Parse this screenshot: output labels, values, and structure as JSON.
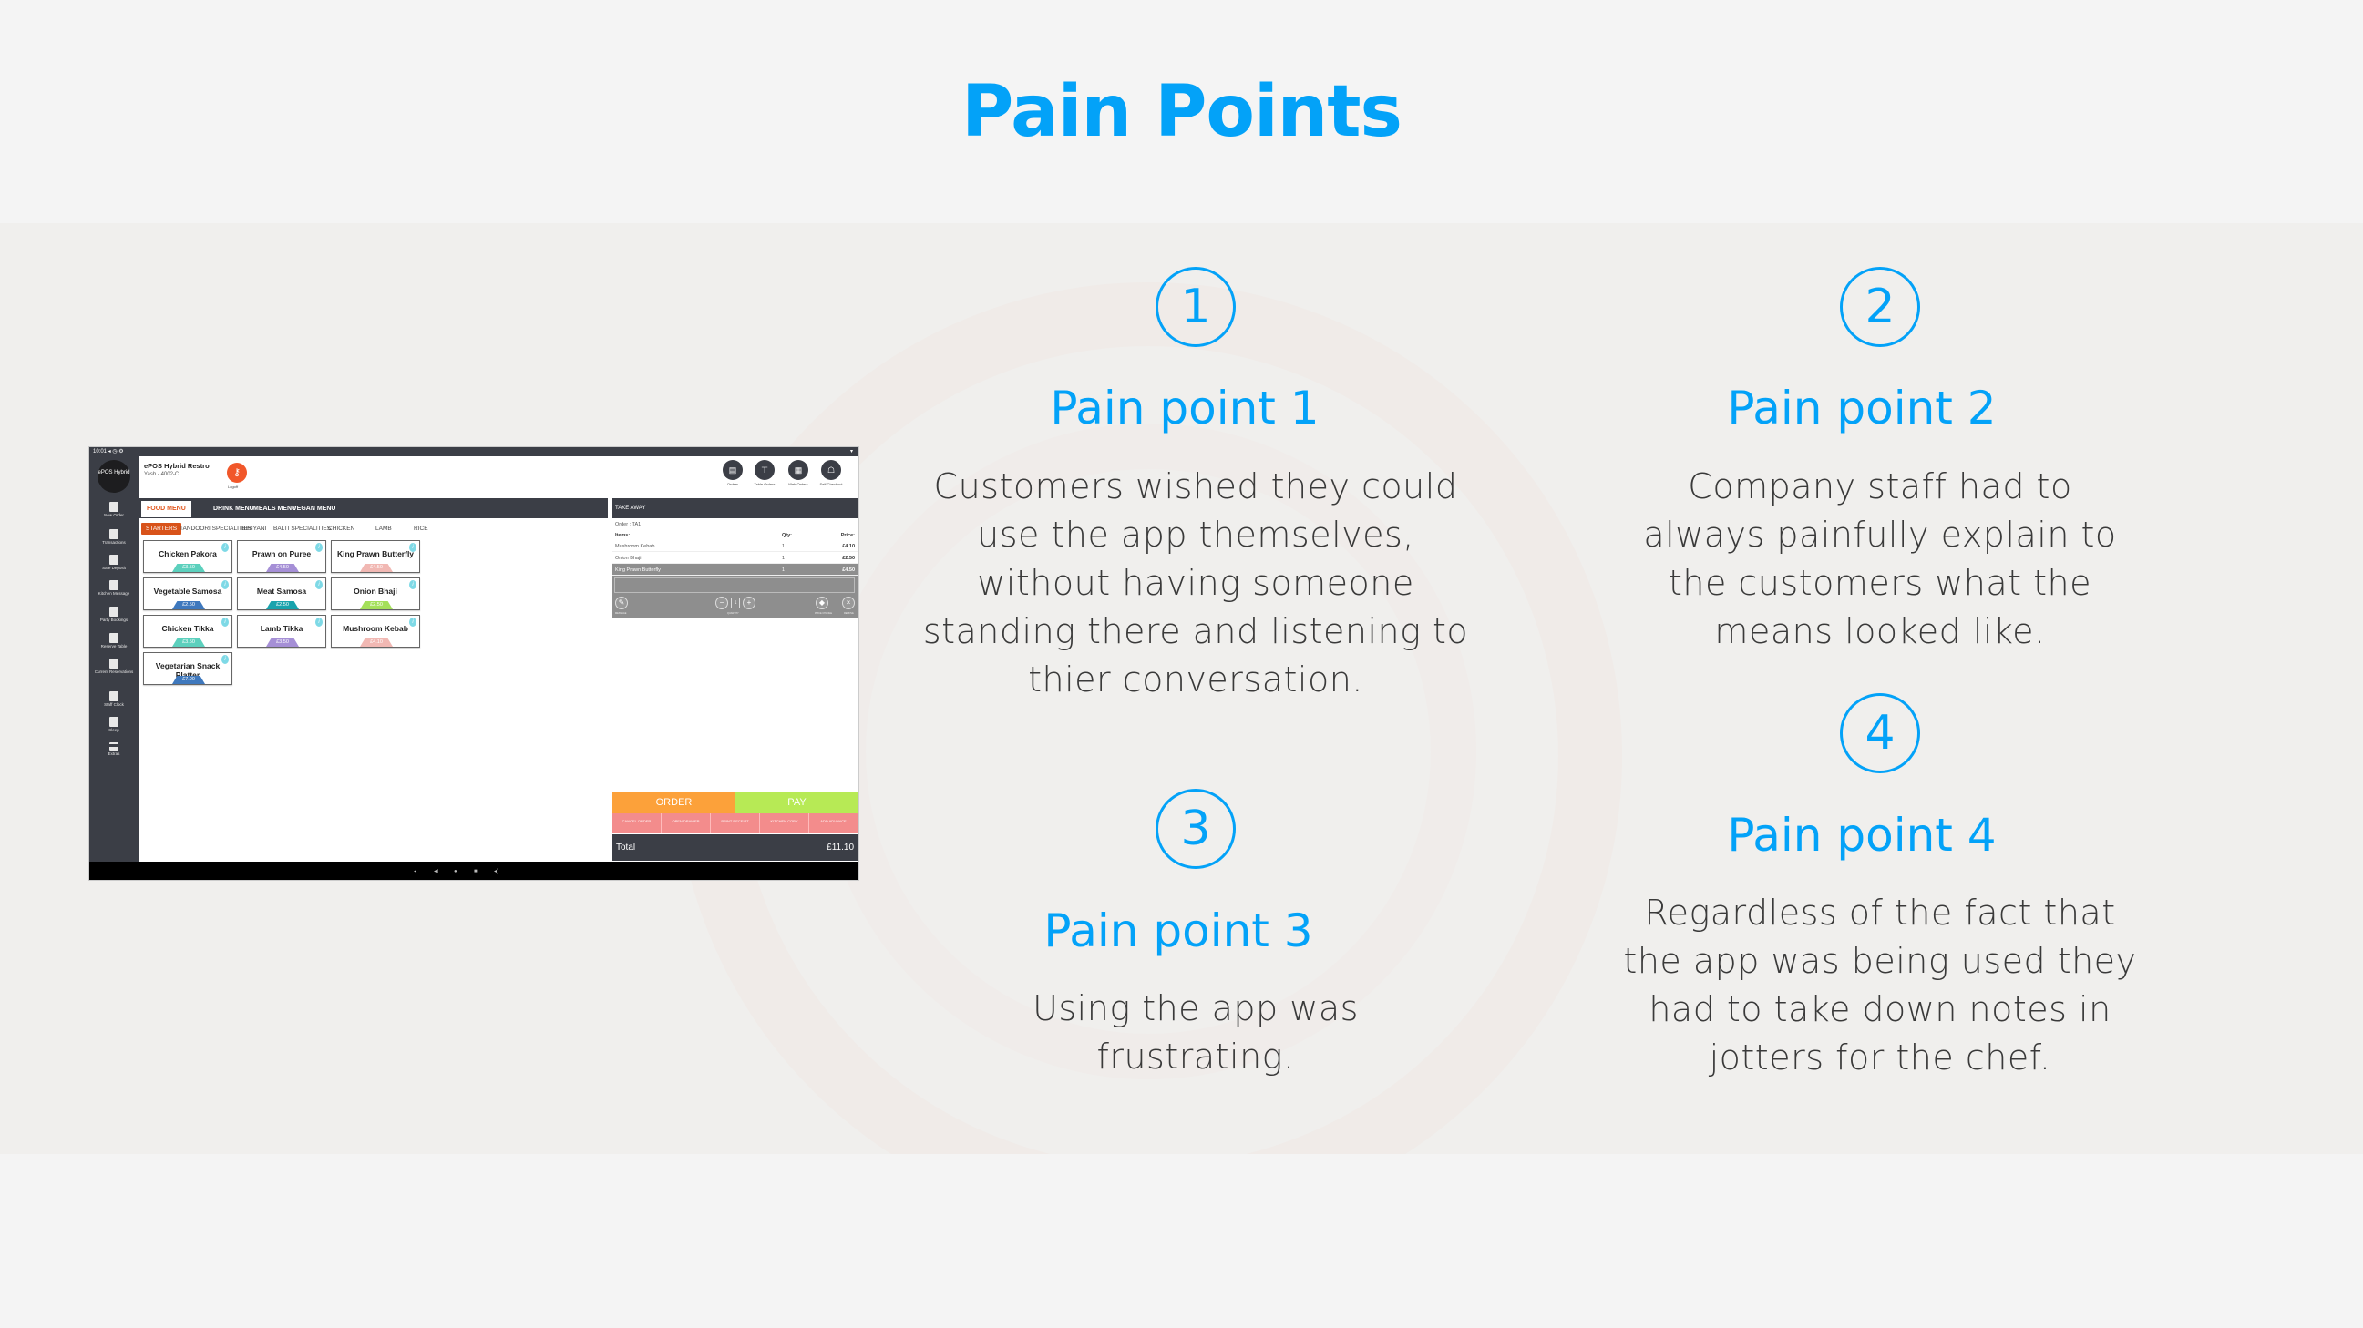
{
  "title": "Pain Points",
  "accent_color": "#03a2f8",
  "pain_points": [
    {
      "number": "1",
      "heading": "Pain point 1",
      "body": "Customers wished they could use the app themselves, without having someone standing there and listening to thier conversation."
    },
    {
      "number": "2",
      "heading": "Pain point 2",
      "body": "Company staff had to always painfully explain to the customers what the means looked like."
    },
    {
      "number": "3",
      "heading": "Pain point 3",
      "body": "Using the app was frustrating."
    },
    {
      "number": "4",
      "heading": "Pain point 4",
      "body": "Regardless of the fact that the app was being used they had to take down notes in jotters for the chef."
    }
  ],
  "pos": {
    "status_time": "10:01",
    "logo": "ePOS Hybrid",
    "app_name": "ePOS Hybrid Restro",
    "user": "Yash - 4002-C",
    "logoff": "Logoff",
    "header_buttons": [
      "Orders",
      "Table Orders",
      "Web Orders",
      "Self Checkout"
    ],
    "sidebar": [
      "New Order",
      "Transactions",
      "Safe Deposit",
      "Kitchen Message",
      "Party Bookings",
      "Reserve Table",
      "Current Reservations",
      "Staff Clock",
      "Sleep",
      "Extras"
    ],
    "menu_tabs": [
      "FOOD MENU",
      "DRINK MENU",
      "MEALS MENU",
      "VEGAN MENU"
    ],
    "categories": [
      "STARTERS",
      "TANDOORI SPECIALITIES",
      "BIRIYANI",
      "BALTI SPECIALITIES",
      "CHICKEN",
      "LAMB",
      "RICE"
    ],
    "items": [
      {
        "name": "Chicken Pakora",
        "price": "£3.50",
        "color": "#5cd0bd"
      },
      {
        "name": "Prawn on Puree",
        "price": "£4.50",
        "color": "#a58fd6"
      },
      {
        "name": "King Prawn Butterfly",
        "price": "£4.50",
        "color": "#f1b8b3"
      },
      {
        "name": "Vegetable Samosa",
        "price": "£2.50",
        "color": "#3e78bd"
      },
      {
        "name": "Meat Samosa",
        "price": "£2.50",
        "color": "#19a3ad"
      },
      {
        "name": "Onion Bhaji",
        "price": "£2.50",
        "color": "#a4e05a"
      },
      {
        "name": "Chicken Tikka",
        "price": "£3.50",
        "color": "#5cd0bd"
      },
      {
        "name": "Lamb Tikka",
        "price": "£3.50",
        "color": "#a58fd6"
      },
      {
        "name": "Mushroom Kebab",
        "price": "£4.10",
        "color": "#f1b8b3"
      },
      {
        "name": "Vegetarian Snack Platter",
        "price": "£7.00",
        "color": "#3e78bd"
      }
    ],
    "order": {
      "type": "TAKE AWAY",
      "order_id": "Order : TA1",
      "col_items": "Items:",
      "col_qty": "Qty:",
      "col_price": "Price:",
      "rows": [
        {
          "item": "Mushroom Kebab",
          "qty": "1",
          "price": "£4.10"
        },
        {
          "item": "Onion Bhaji",
          "qty": "1",
          "price": "£2.50"
        },
        {
          "item": "King Prawn Butterfly",
          "qty": "1",
          "price": "£4.50"
        }
      ],
      "quantity_value": "1",
      "edit_labels": [
        "MESSAGE",
        "QUANTITY",
        "PRICE CHANGE",
        "REMOVE"
      ],
      "order_label": "ORDER",
      "pay_label": "PAY",
      "actions": [
        "CANCEL ORDER",
        "OPEN DRAWER",
        "PRINT RECEIPT",
        "KITCHEN COPY",
        "ADD ADVANCE"
      ],
      "total_label": "Total",
      "total_value": "£11.10"
    }
  }
}
